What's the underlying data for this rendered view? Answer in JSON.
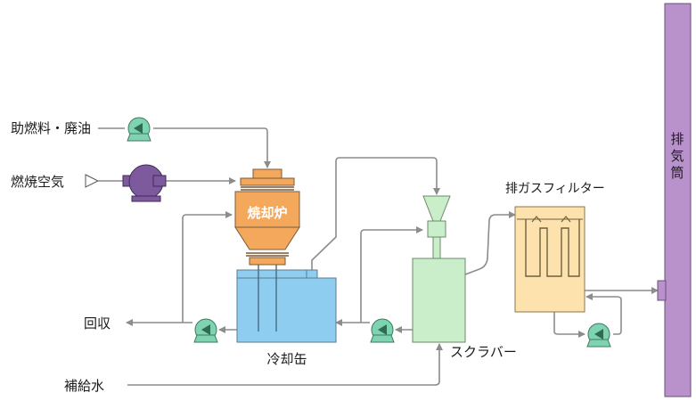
{
  "labels": {
    "fuel": "助燃料・廃油",
    "air": "燃焼空気",
    "incinerator": "焼却炉",
    "cooling_tank": "冷却缶",
    "recovery": "回収",
    "supply_water": "補給水",
    "scrubber": "スクラバー",
    "filter": "排ガスフィルター",
    "stack_chars": [
      "排",
      "気",
      "筒"
    ]
  },
  "colors": {
    "pump_green": "#7fd3b0",
    "pump_purple": "#7d5a9e",
    "incinerator": "#f4a85c",
    "cooling_tank": "#8ecdf0",
    "scrubber": "#c9eec9",
    "filter": "#fde2ae",
    "stack": "#b992cc",
    "pipe": "#8c8c8c"
  }
}
